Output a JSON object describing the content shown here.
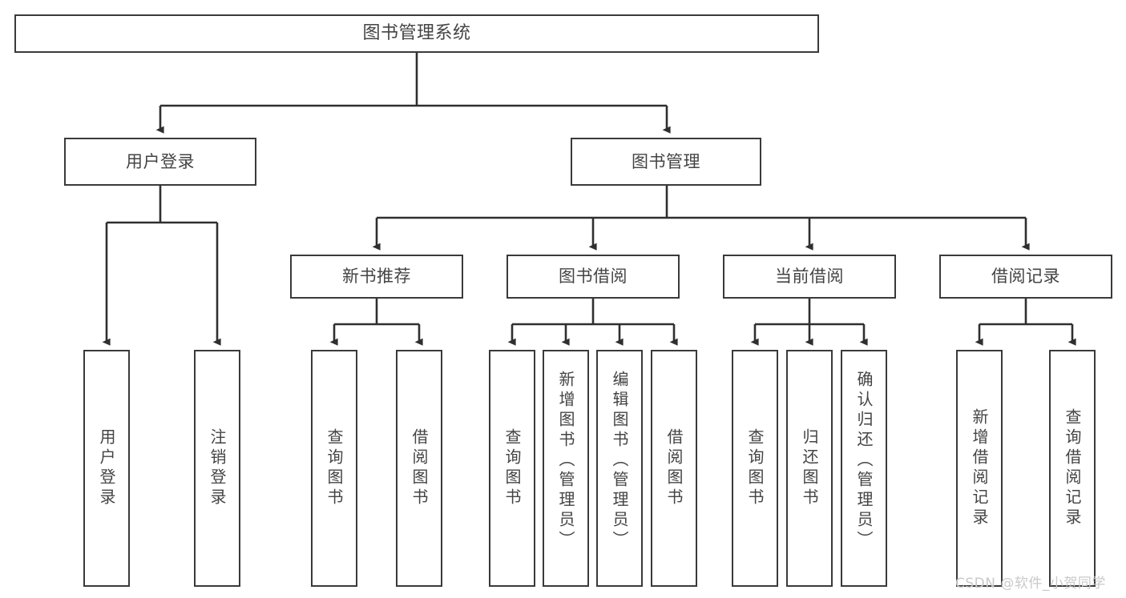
{
  "diagram": {
    "type": "tree",
    "title": "图书管理系统",
    "orientation": "top-down",
    "colors": {
      "box_border": "#3a3a3a",
      "box_fill": "#ffffff",
      "connector": "#2f2f2f",
      "text": "#444444",
      "watermark": "#c9c9c9",
      "background": "#ffffff"
    },
    "root": {
      "label": "图书管理系统"
    },
    "level2": [
      {
        "label": "用户登录"
      },
      {
        "label": "图书管理"
      }
    ],
    "level3": [
      {
        "label": "新书推荐"
      },
      {
        "label": "图书借阅"
      },
      {
        "label": "当前借阅"
      },
      {
        "label": "借阅记录"
      }
    ],
    "leaves": [
      {
        "label": "用户登录",
        "parent": "用户登录"
      },
      {
        "label": "注销登录",
        "parent": "用户登录"
      },
      {
        "label": "查询图书",
        "parent": "新书推荐"
      },
      {
        "label": "借阅图书",
        "parent": "新书推荐"
      },
      {
        "label": "查询图书",
        "parent": "图书借阅"
      },
      {
        "label": "新增图书（管理员）",
        "parent": "图书借阅"
      },
      {
        "label": "编辑图书（管理员）",
        "parent": "图书借阅"
      },
      {
        "label": "借阅图书",
        "parent": "图书借阅"
      },
      {
        "label": "查询图书",
        "parent": "当前借阅"
      },
      {
        "label": "归还图书",
        "parent": "当前借阅"
      },
      {
        "label": "确认归还（管理员）",
        "parent": "当前借阅"
      },
      {
        "label": "新增借阅记录",
        "parent": "借阅记录"
      },
      {
        "label": "查询借阅记录",
        "parent": "借阅记录"
      }
    ]
  },
  "watermark": {
    "text": "CSDN @软件_小贺同学"
  }
}
